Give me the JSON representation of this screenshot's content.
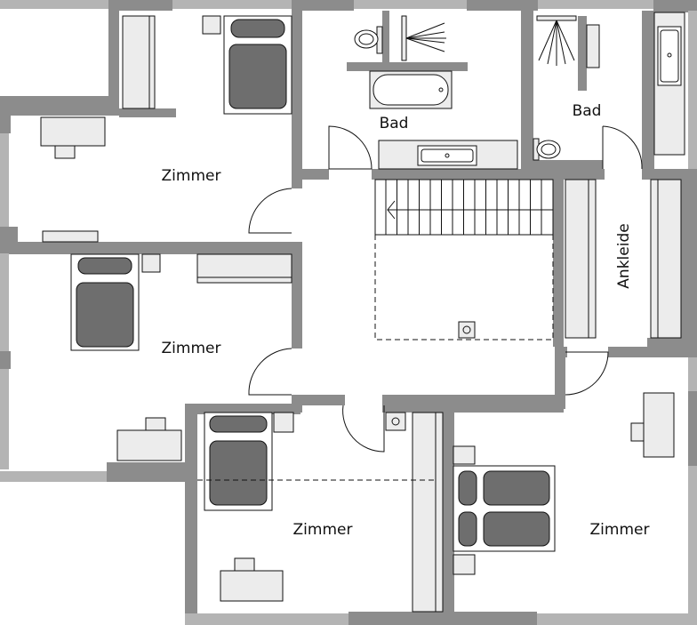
{
  "plan": {
    "rooms": [
      {
        "id": "zimmer-top-left",
        "label": "Zimmer"
      },
      {
        "id": "bad-top-middle",
        "label": "Bad"
      },
      {
        "id": "bad-top-right",
        "label": "Bad"
      },
      {
        "id": "ankleide",
        "label": "Ankleide"
      },
      {
        "id": "zimmer-mid-left",
        "label": "Zimmer"
      },
      {
        "id": "zimmer-bottom-middle",
        "label": "Zimmer"
      },
      {
        "id": "zimmer-bottom-right",
        "label": "Zimmer"
      }
    ],
    "colors": {
      "wall": "#8c8c8c",
      "exterior_wall": "#b4b4b4",
      "furniture_fill": "#ececec",
      "mattress_fill": "#6e6e6e",
      "line": "#111111"
    }
  }
}
